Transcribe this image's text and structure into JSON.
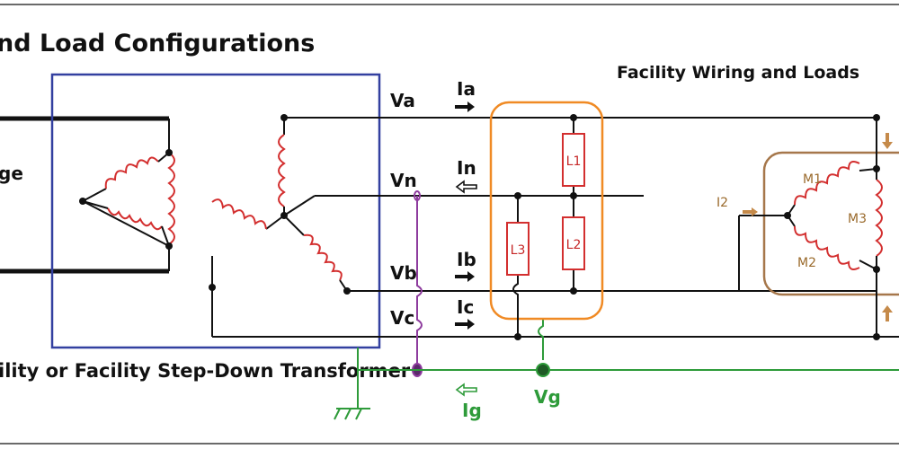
{
  "title": "nd Load Configurations",
  "facility_heading": "Facility Wiring and Loads",
  "transformer_caption": "ility or Facility Step-Down Transformer",
  "source_label": "ge",
  "conductors": {
    "va": "Va",
    "vn": "Vn",
    "vb": "Vb",
    "vc": "Vc"
  },
  "currents": {
    "ia": "Ia",
    "in": "In",
    "ib": "Ib",
    "ic": "Ic",
    "i2": "I2",
    "ig": "Ig"
  },
  "ground_label": "Vg",
  "loads": {
    "l1": "L1",
    "l2": "L2",
    "l3": "L3"
  },
  "motor": {
    "m1": "M1",
    "m2": "M2",
    "m3": "M3"
  },
  "colors": {
    "wire": "#111111",
    "coil": "#d32f2f",
    "transformer_box": "#3340a0",
    "load_box": "#f08a24",
    "motor_box": "#a6774b",
    "ground": "#2e9b3a",
    "bond": "#8e3c9e",
    "current_arrow_motor": "#c58a4a"
  }
}
